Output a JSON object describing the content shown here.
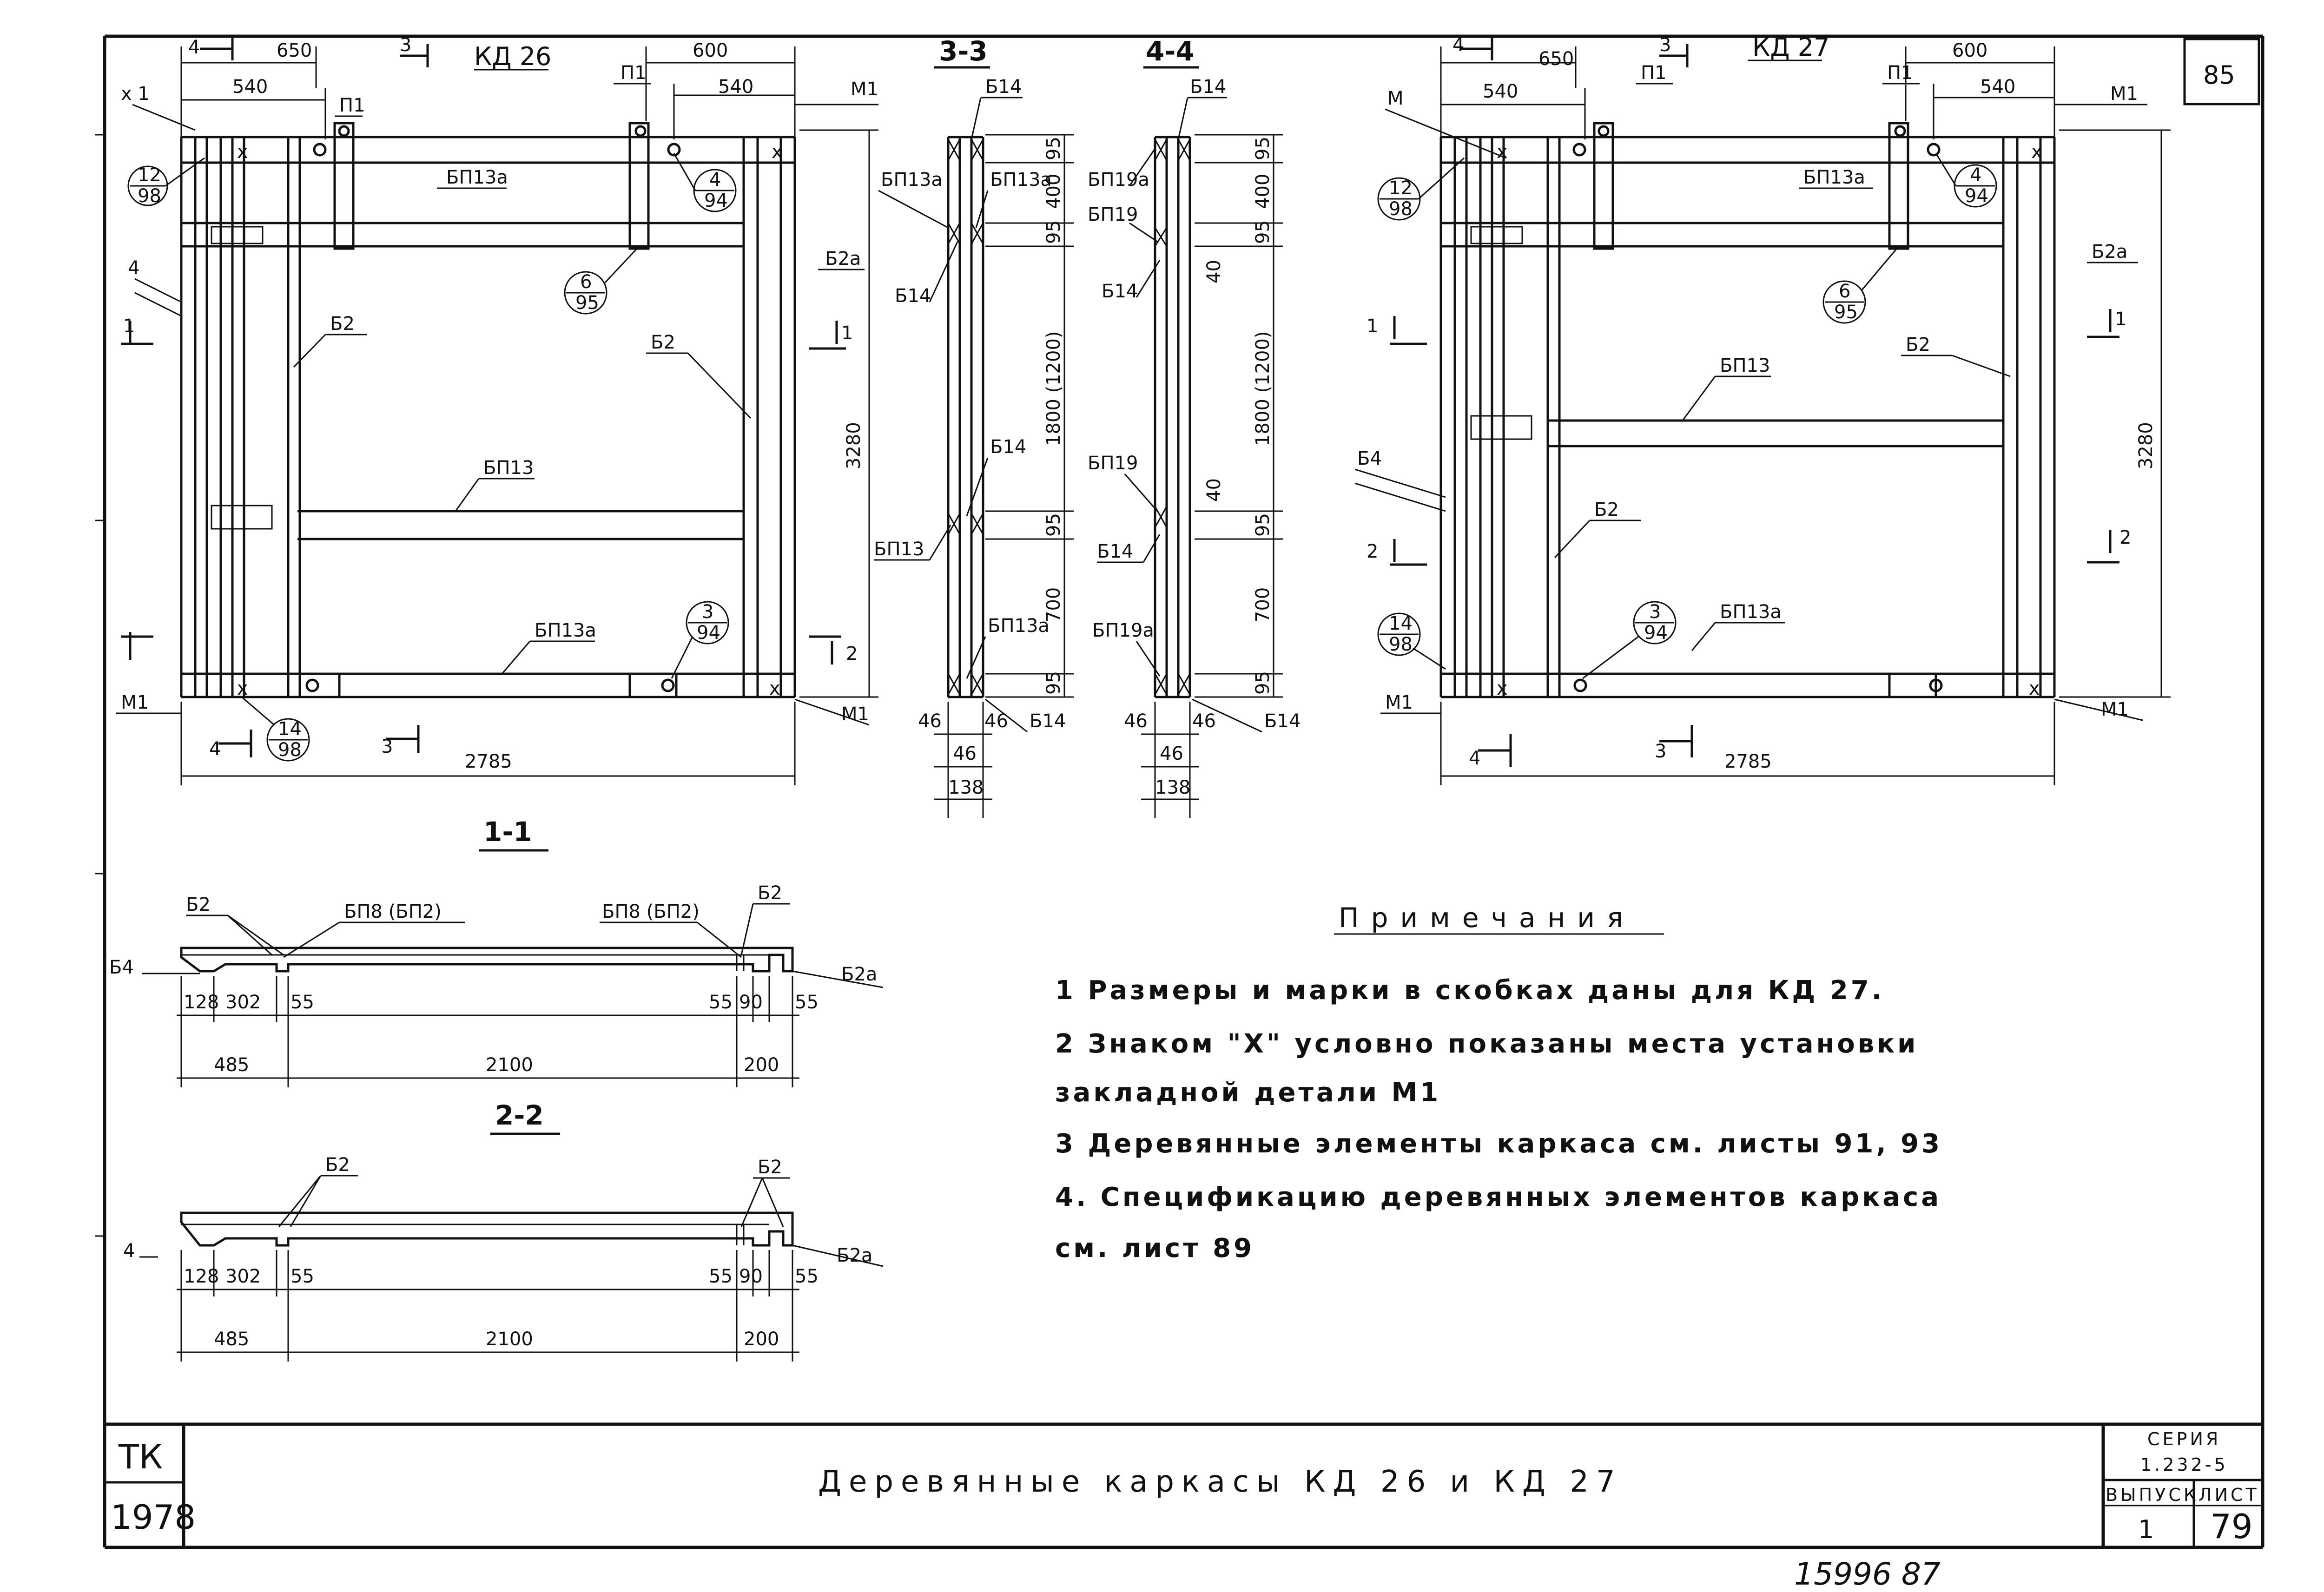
{
  "sheet_corner": "85",
  "handwritten_number": "15996 87",
  "title_block": {
    "org": "ТК",
    "year": "1978",
    "title": "Деревянные каркасы КД 26 и КД 27",
    "series_label": "СЕРИЯ",
    "series_value": "1.232-5",
    "issue_label": "ВЫПУСК",
    "issue_value": "1",
    "sheet_label": "ЛИСТ",
    "sheet_value": "79"
  },
  "notes": {
    "heading": "Примечания",
    "items": [
      "1 Размеры и марки в скобках даны для КД 27.",
      "2 Знаком \"X\" условно показаны места установки",
      "закладной детали М1",
      "3 Деревянные элементы каркаса см. листы 91, 93",
      "4. Спецификацию деревянных элементов каркаса",
      "см. лист 89"
    ]
  },
  "frame_kd26": {
    "name": "КД 26",
    "dim_650": "650",
    "dim_540_left": "540",
    "dim_600": "600",
    "dim_540_right": "540",
    "dim_height": "3280",
    "dim_width": "2785",
    "labels": {
      "p1a": "П1",
      "p1b": "П1",
      "m1_tr": "М1",
      "m1_bl": "М1",
      "m1_br": "М1",
      "bp13a_top": "БП13а",
      "bp13": "БП13",
      "bp13a_bottom": "БП13а",
      "b2a": "Б2а",
      "b2_left": "Б2",
      "b2_right": "Б2",
      "b4": "4",
      "x1": "х 1",
      "cut4": "4",
      "cut3": "3",
      "cut1": "1",
      "cut2": "2"
    },
    "callouts": {
      "c_12_98": {
        "top": "12",
        "bottom": "98"
      },
      "c_4_94": {
        "top": "4",
        "bottom": "94"
      },
      "c_6_95": {
        "top": "6",
        "bottom": "95"
      },
      "c_3_94": {
        "top": "3",
        "bottom": "94"
      },
      "c_14_98": {
        "top": "14",
        "bottom": "98"
      }
    }
  },
  "frame_kd27": {
    "name": "КД 27",
    "dim_650": "650",
    "dim_540_left": "540",
    "dim_600": "600",
    "dim_540_right": "540",
    "dim_height": "3280",
    "dim_width": "2785",
    "labels": {
      "m_tl": "М",
      "p1a": "П1",
      "p1b": "П1",
      "m1_tr": "М1",
      "m1_bl": "М1",
      "m1_br": "М1",
      "bp13a_top": "БП13а",
      "bp13": "БП13",
      "bp13a_bottom": "БП13а",
      "b2a": "Б2а",
      "b2_right": "Б2",
      "b2_left": "Б2",
      "b4": "Б4",
      "cut4": "4",
      "cut3": "3",
      "cut1": "1",
      "cut2": "2"
    },
    "callouts": {
      "c_12_98": {
        "top": "12",
        "bottom": "98"
      },
      "c_4_94": {
        "top": "4",
        "bottom": "94"
      },
      "c_6_95": {
        "top": "6",
        "bottom": "95"
      },
      "c_3_94": {
        "top": "3",
        "bottom": "94"
      },
      "c_14_98": {
        "top": "14",
        "bottom": "98"
      }
    }
  },
  "section_33": {
    "title": "3-3",
    "labels": {
      "b14_top": "Б14",
      "bp13a_l": "БП13а",
      "bp13a_r": "БП13а",
      "b14_a": "Б14",
      "b14_b": "Б14",
      "bp13": "БП13",
      "bp13a_bot": "БП13а",
      "b14_bot": "Б14"
    },
    "dims": {
      "d95a": "95",
      "d400": "400",
      "d95b": "95",
      "d1800": "1800 (1200)",
      "d95c": "95",
      "d700": "700",
      "d95d": "95",
      "d46a": "46",
      "d46b": "46",
      "d46c": "46",
      "d138": "138"
    }
  },
  "section_44": {
    "title": "4-4",
    "labels": {
      "b14_top": "Б14",
      "bp19a": "БП19а",
      "bp19": "БП19",
      "b14_a": "Б14",
      "bp19_mid": "БП19",
      "b14_b": "Б14",
      "bp19a_bot": "БП19а",
      "b14_bot": "Б14"
    },
    "dims": {
      "d95a": "95",
      "d400": "400",
      "d95b": "95",
      "d40a": "40",
      "d1800": "1800 (1200)",
      "d40b": "40",
      "d95c": "95",
      "d700": "700",
      "d95d": "95",
      "d46a": "46",
      "d46b": "46",
      "d46c": "46",
      "d138": "138"
    }
  },
  "section_11": {
    "title": "1-1",
    "labels": {
      "b2_l": "Б2",
      "bp8_l": "БП8 (БП2)",
      "bp8_r": "БП8 (БП2)",
      "b2_r": "Б2",
      "b4": "Б4",
      "b2a": "Б2а"
    },
    "dims": {
      "d128": "128",
      "d302": "302",
      "d55a": "55",
      "d55b": "55",
      "d90": "90",
      "d55c": "55",
      "d485": "485",
      "d2100": "2100",
      "d200": "200"
    }
  },
  "section_22": {
    "title": "2-2",
    "labels": {
      "b2_l": "Б2",
      "b2_r": "Б2",
      "b4": "4",
      "b2a": "Б2а"
    },
    "dims": {
      "d128": "128",
      "d302": "302",
      "d55a": "55",
      "d55b": "55",
      "d90": "90",
      "d55c": "55",
      "d485": "485",
      "d2100": "2100",
      "d200": "200"
    }
  }
}
